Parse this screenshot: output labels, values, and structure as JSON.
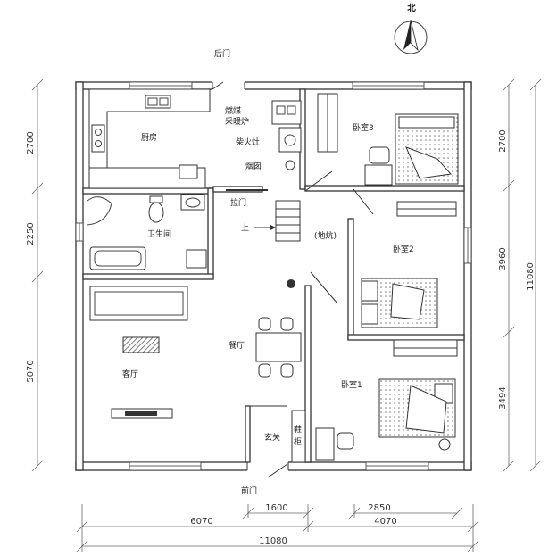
{
  "compass": {
    "north_label": "北"
  },
  "rooms": {
    "kitchen": "厨房",
    "bathroom": "卫生间",
    "living_room": "客厅",
    "dining_room": "餐厅",
    "foyer": "玄关",
    "shoe_cabinet_char1": "鞋",
    "shoe_cabinet_char2": "柜",
    "bedroom1": "卧室1",
    "bedroom2": "卧室2",
    "bedroom3": "卧室3",
    "heated_bed": "(地炕)"
  },
  "labels": {
    "back_door": "后门",
    "front_door": "前门",
    "coal_heater_line1": "燃煤",
    "coal_heater_line2": "采暖炉",
    "wood_stove": "柴火灶",
    "chimney": "烟囱",
    "sliding_door": "拉门",
    "stairs_up": "上"
  },
  "dimensions": {
    "left": [
      "2700",
      "2250",
      "5070"
    ],
    "right": [
      "2700",
      "3960",
      "3494"
    ],
    "right_total": "11080",
    "bottom_top_row": [
      "1600",
      "2850"
    ],
    "bottom_mid_row": [
      "6070",
      "4070"
    ],
    "bottom_total": "11080"
  }
}
